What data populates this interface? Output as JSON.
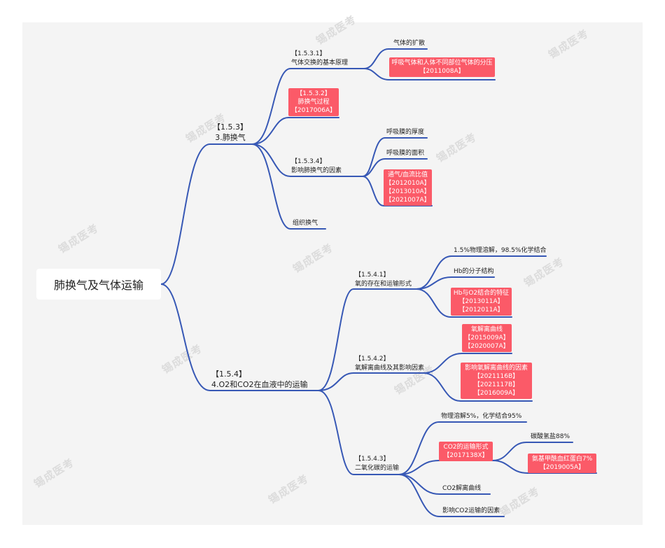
{
  "watermark": "锡成医考",
  "colors": {
    "line": "#3758b5",
    "highlight": "#fb5a68",
    "canvas": "#f4f4f4"
  },
  "root": {
    "label": "肺换气及气体运输"
  },
  "b1": {
    "code": "【1.5.3】",
    "label": "3.肺换气",
    "c1": {
      "code": "【1.5.3.1】",
      "label": "气体交换的基本原理",
      "k1": "气体的扩散",
      "k2": {
        "line1": "呼吸气体和人体不同部位气体的分压",
        "line2": "【2011008A】"
      }
    },
    "c2": {
      "line1": "【1.5.3.2】",
      "line2": "肺换气过程",
      "line3": "【2017006A】"
    },
    "c3": {
      "code": "【1.5.3.4】",
      "label": "影响肺换气的因素",
      "k1": "呼吸膜的厚度",
      "k2": "呼吸膜的面积",
      "k3": {
        "line1": "通气/血流比值",
        "line2": "【2012010A】",
        "line3": "【2013010A】",
        "line4": "【2021007A】"
      }
    },
    "c4": "组织换气"
  },
  "b2": {
    "code": "【1.5.4】",
    "label": "4.O2和CO2在血液中的运输",
    "c1": {
      "code": "【1.5.4.1】",
      "label": "氧的存在和运输形式",
      "k1": "1.5%物理溶解，98.5%化学结合",
      "k2": "Hb的分子结构",
      "k3": {
        "line1": "Hb与O2结合的特征",
        "line2": "【2013011A】",
        "line3": "【2012011A】"
      }
    },
    "c2": {
      "code": "【1.5.4.2】",
      "label": "氧解离曲线及其影响因素",
      "k1": {
        "line1": "氧解离曲线",
        "line2": "【2015009A】",
        "line3": "【2020007A】"
      },
      "k2": {
        "line1": "影响氧解离曲线的因素",
        "line2": "【2021116B】",
        "line3": "【2021117B】",
        "line4": "【2016009A】"
      }
    },
    "c3": {
      "code": "【1.5.4.3】",
      "label": "二氧化碳的运输",
      "k1": "物理溶解5%，化学结合95%",
      "k2": {
        "line1": "CO2的运输形式",
        "line2": "【2017138X】",
        "g1": "碳酸氢盐88%",
        "g2": {
          "line1": "氨基甲酰血红蛋白7%",
          "line2": "【2019005A】"
        }
      },
      "k3": "CO2解离曲线",
      "k4": "影响CO2运输的因素"
    }
  }
}
